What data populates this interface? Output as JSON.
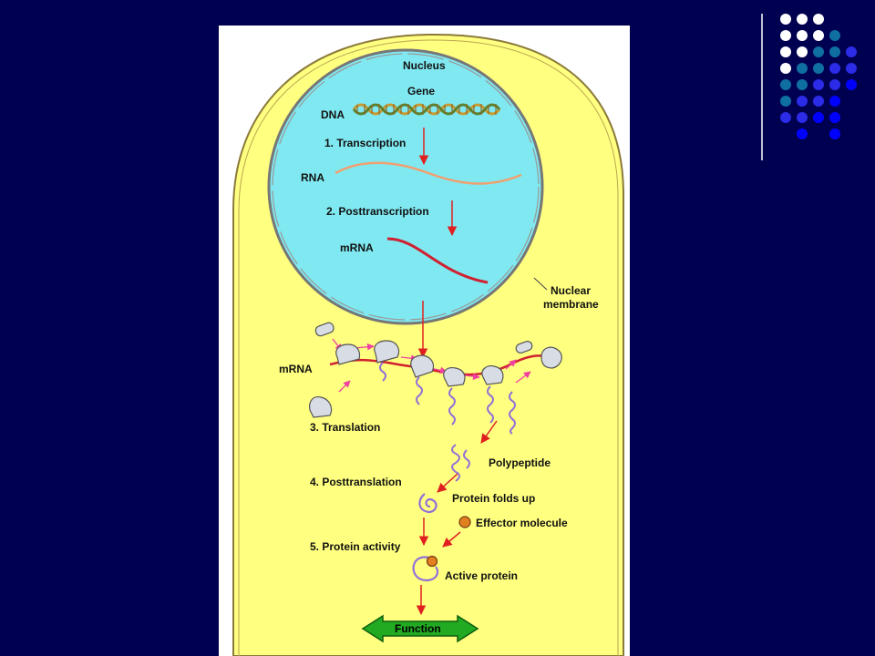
{
  "diagram": {
    "labels": {
      "nucleus": "Nucleus",
      "gene": "Gene",
      "dna": "DNA",
      "transcription": "1. Transcription",
      "rna": "RNA",
      "posttranscription": "2. Posttranscription",
      "mrna_nuclear": "mRNA",
      "nuclear_line1": "Nuclear",
      "nuclear_line2": "membrane",
      "mrna_cyto": "mRNA",
      "translation": "3. Translation",
      "polypeptide": "Polypeptide",
      "posttranslation": "4. Posttranslation",
      "folds": "Protein folds up",
      "effector": "Effector molecule",
      "activity": "5. Protein activity",
      "active": "Active protein",
      "function": "Function"
    },
    "colors": {
      "slide_background": "#000050",
      "cell_fill": "#FFFF80",
      "cell_border": "#8B7A3A",
      "nucleus_fill": "#80E8F0",
      "arrow": "#E02020",
      "rna": "#F0A070",
      "mrna": "#D02030",
      "ribosome": "#D8DCE4",
      "polypeptide": "#9070D8",
      "effector": "#E08020",
      "function_arrow": "#22AA22",
      "mrna_arrows": "#F040A0"
    },
    "decorative_dots": {
      "palette": [
        "#FFFFFF",
        "#0F6F9F",
        "#2B2BE8",
        "#0000FF"
      ]
    }
  }
}
